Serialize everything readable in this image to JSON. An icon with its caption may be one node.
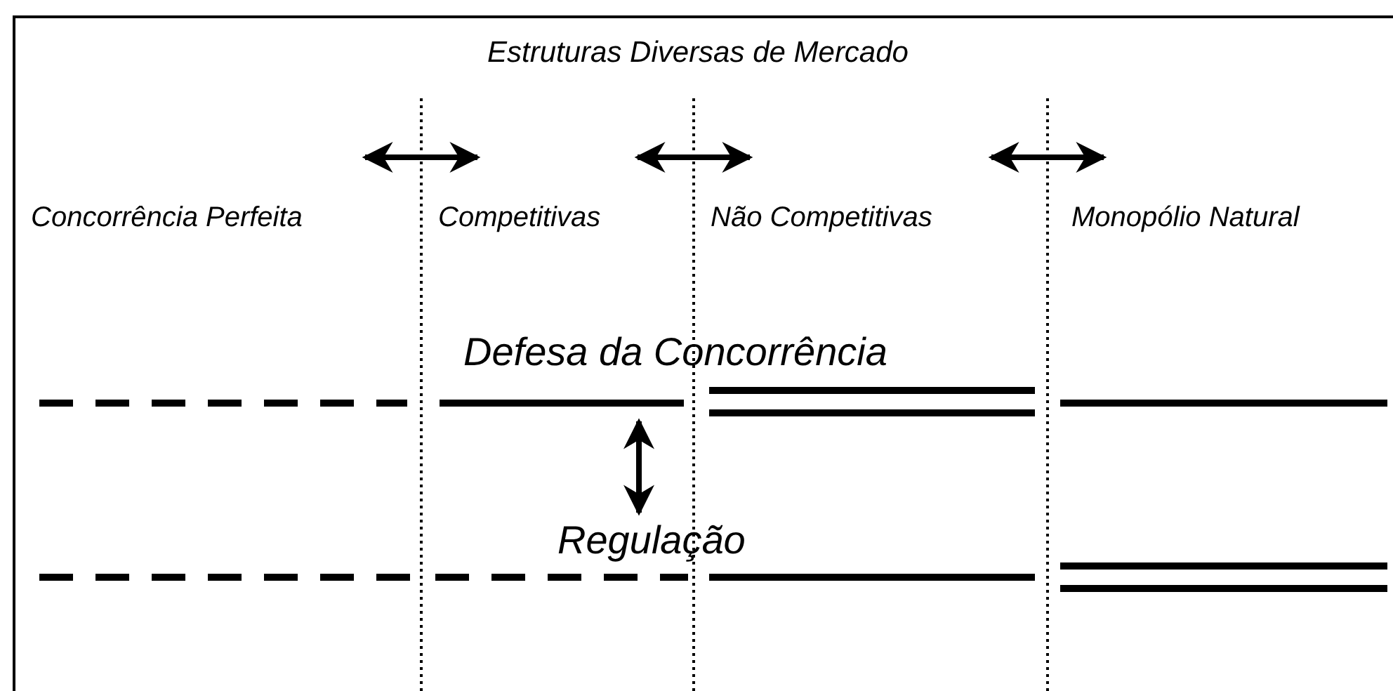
{
  "diagram": {
    "title": "Estruturas Diversas de Mercado",
    "labels": [
      "Concorrência Perfeita",
      "Competitivas",
      "Não Competitivas",
      "Monopólio Natural",
      "Defesa da Concorrência",
      "Regulação"
    ]
  }
}
